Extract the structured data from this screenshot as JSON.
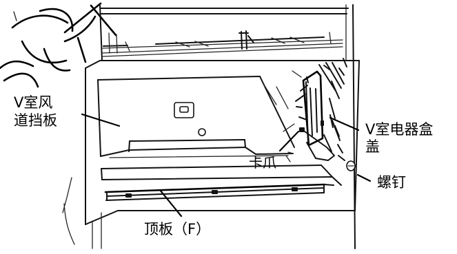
{
  "diagram": {
    "labels": {
      "air_duct_baffle": {
        "line1": "V室风",
        "line2": "道挡板"
      },
      "electrical_box_cover": {
        "line1": "V室电器盒",
        "line2": "盖"
      },
      "clip": "卡爪",
      "screw": "螺钉",
      "top_plate": "顶板（F）"
    }
  }
}
